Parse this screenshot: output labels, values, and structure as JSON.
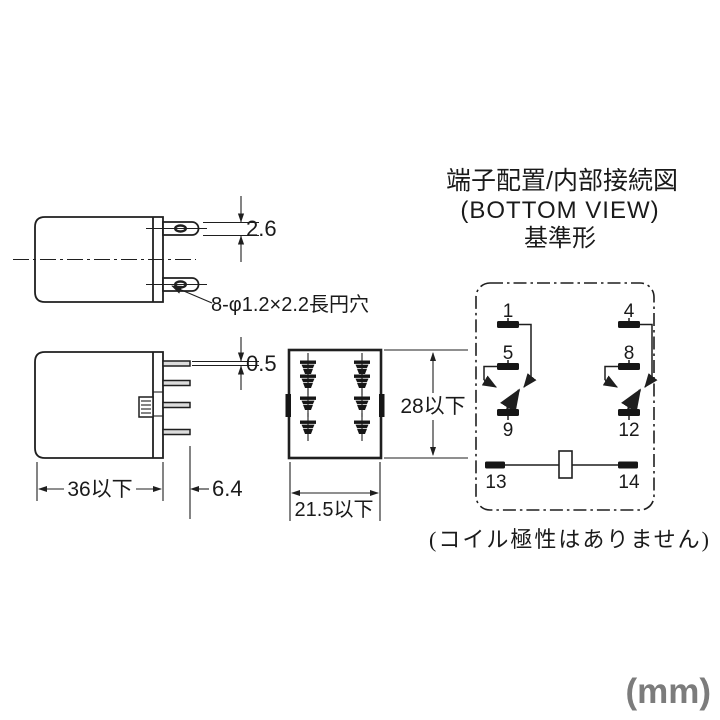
{
  "title_block": {
    "line1": "端子配置/内部接続図",
    "line2": "(BOTTOM VIEW)",
    "line3": "基準形"
  },
  "note": "(コイル極性はありません)",
  "unit_label": "(mm)",
  "dimensions": {
    "terminal_thickness": "2.6",
    "hole_label": "8-φ1.2×2.2長円穴",
    "pin_thickness": "0.5",
    "body_width": "36以下",
    "pin_length": "6.4",
    "body_height": "28以下",
    "body_depth": "21.5以下"
  },
  "circuit": {
    "terminals": [
      "1",
      "4",
      "5",
      "8",
      "9",
      "12",
      "13",
      "14"
    ]
  },
  "colors": {
    "line": "#1f1f1f",
    "text": "#1a1a1a",
    "unit_text": "#7c7c7c",
    "background": "#ffffff"
  }
}
